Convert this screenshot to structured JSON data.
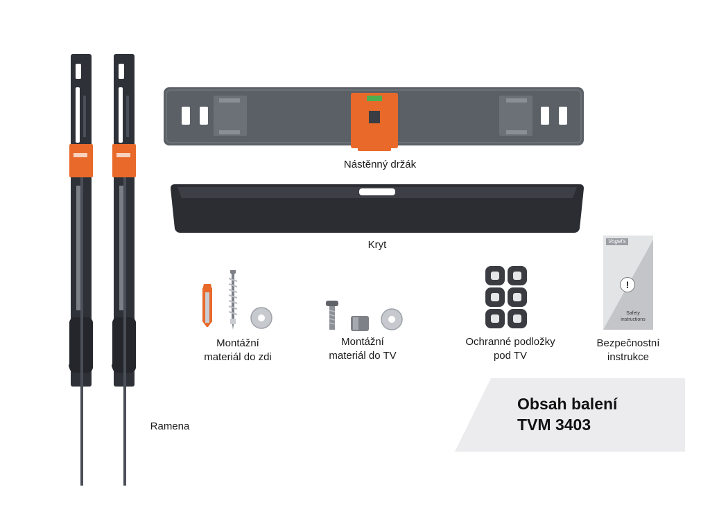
{
  "labels": {
    "wall_bracket": "Nástěnný držák",
    "cover": "Kryt",
    "arms": "Ramena",
    "wall_hardware": [
      "Montážní",
      "materiál do zdi"
    ],
    "tv_hardware": [
      "Montážní",
      "materiál do TV"
    ],
    "protective_pads": [
      "Ochranné podložky",
      "pod TV"
    ],
    "safety_instructions": [
      "Bezpečnostní",
      "instrukce"
    ]
  },
  "booklet": {
    "brand": "Vogel's",
    "caption": [
      "Safety",
      "instructions"
    ],
    "symbol": "!"
  },
  "title": {
    "line1": "Obsah balení",
    "line2": "TVM 3403"
  },
  "colors": {
    "metal_dark": "#2e3138",
    "bracket_gray": "#5b5f66",
    "accent_orange": "#e8692a",
    "panel_gray": "#ececee"
  }
}
